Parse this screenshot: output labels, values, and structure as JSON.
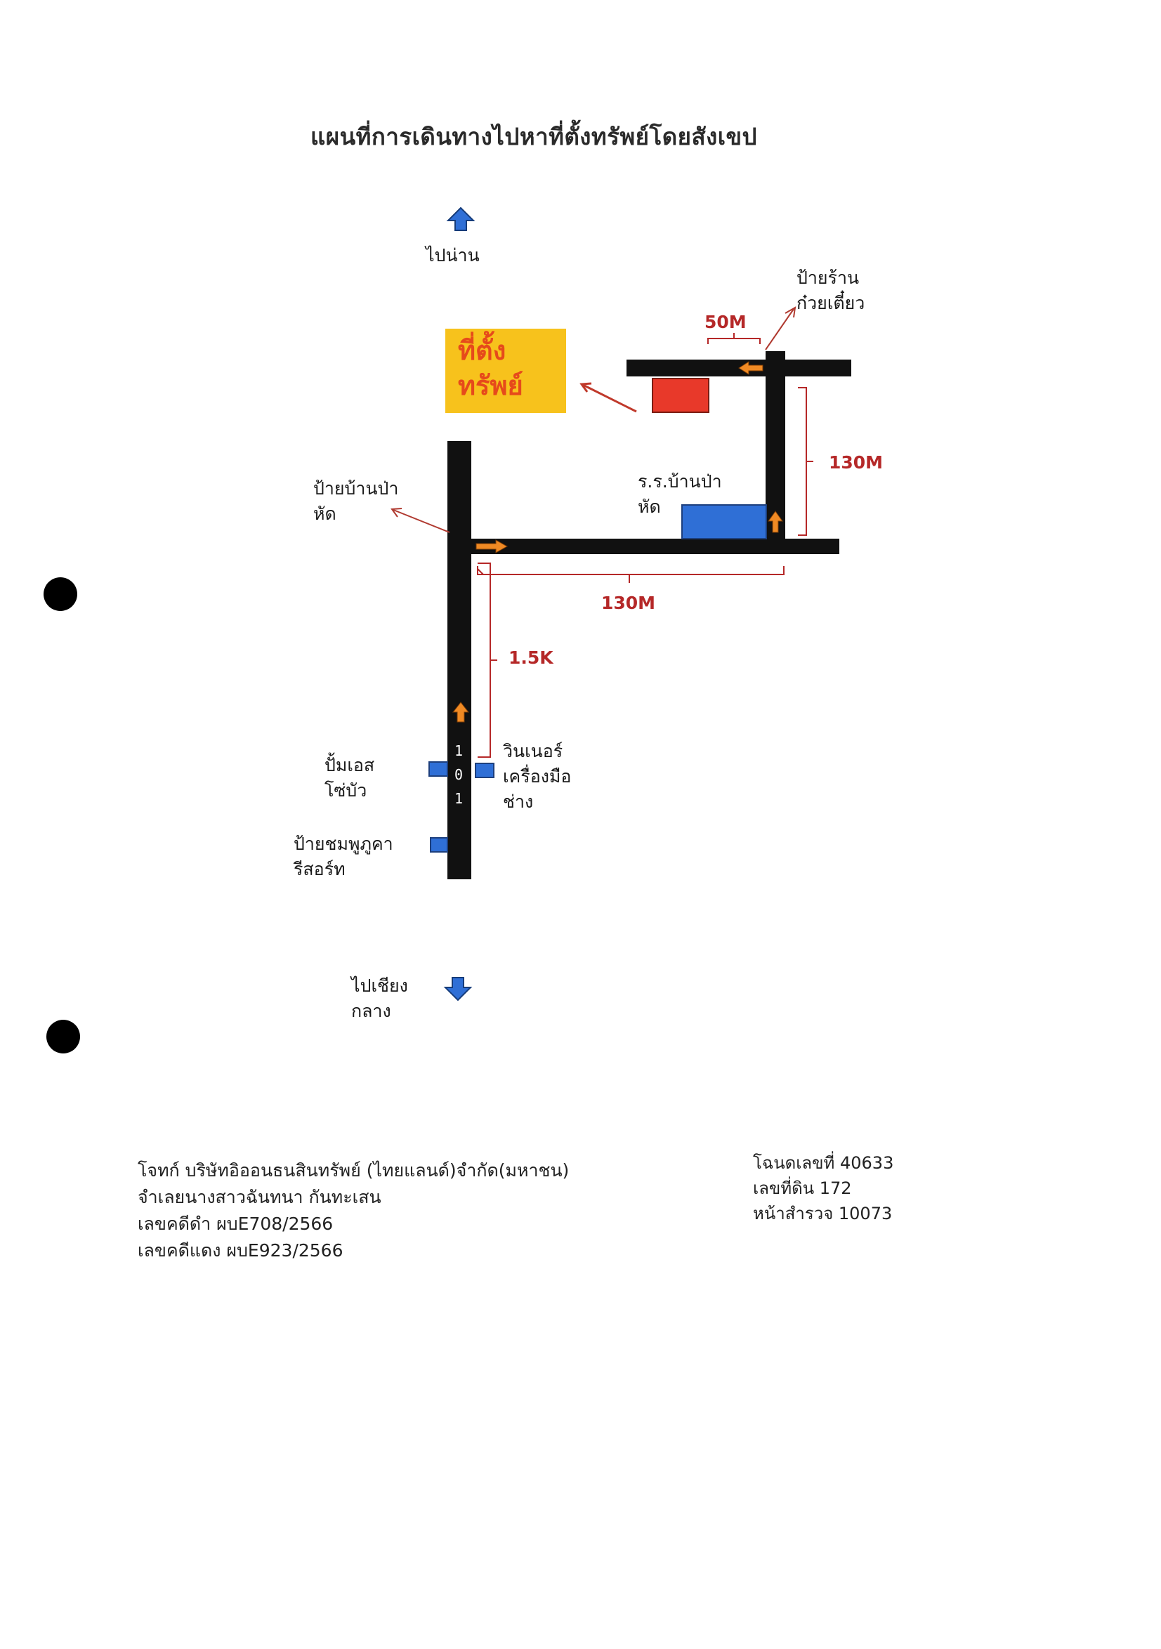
{
  "title": "แผนที่การเดินทางไปหาที่ตั้งทรัพย์โดยสังเขป",
  "directions": {
    "north": "ไปน่าน",
    "south_line1": "ไปเชียง",
    "south_line2": "กลาง"
  },
  "property": {
    "line1": "ที่ตั้ง",
    "line2": "ทรัพย์"
  },
  "landmarks": {
    "noodle_sign_line1": "ป้ายร้าน",
    "noodle_sign_line2": "ก๋วยเตี๋ยว",
    "village_sign_line1": "ป้ายบ้านป่า",
    "village_sign_line2": "หัด",
    "school_line1": "ร.ร.บ้านป่า",
    "school_line2": "หัด",
    "gas_line1": "ปั้มเอส",
    "gas_line2": "โซ่บัว",
    "winner_line1": "วินเนอร์",
    "winner_line2": "เครื่องมือ",
    "winner_line3": "ช่าง",
    "resort_line1": "ป้ายชมพูภูคา",
    "resort_line2": "รีสอร์ท"
  },
  "route_number": [
    "1",
    "0",
    "1"
  ],
  "distances": {
    "top": "50M",
    "right_vertical": "130M",
    "bottom_horizontal": "130M",
    "main_road": "1.5K"
  },
  "footer_left": [
    "โจทก์ บริษัทอิออนธนสินทรัพย์ (ไทยแลนด์)จำกัด(มหาชน)",
    "จำเลยนางสาวฉันทนา กันทะเสน",
    "เลขคดีดำ ผบE708/2566",
    "เลขคดีแดง ผบE923/2566"
  ],
  "footer_right": [
    "โฉนดเลขที่ 40633",
    "เลขที่ดิน  172",
    "หน้าสำรวจ 10073"
  ],
  "colors": {
    "road": "#111111",
    "distance": "#b52828",
    "plot_bg": "#f7c21c",
    "plot_text": "#e64a1b",
    "arrow_orange": "#f08a24",
    "arrow_blue": "#2f6fd6",
    "building_blue": "#2f6fd6",
    "property_red": "#e8392a"
  },
  "icons": [
    "arrow-up-icon",
    "arrow-down-icon",
    "direction-arrow-icon",
    "pointer-arrow-icon"
  ]
}
